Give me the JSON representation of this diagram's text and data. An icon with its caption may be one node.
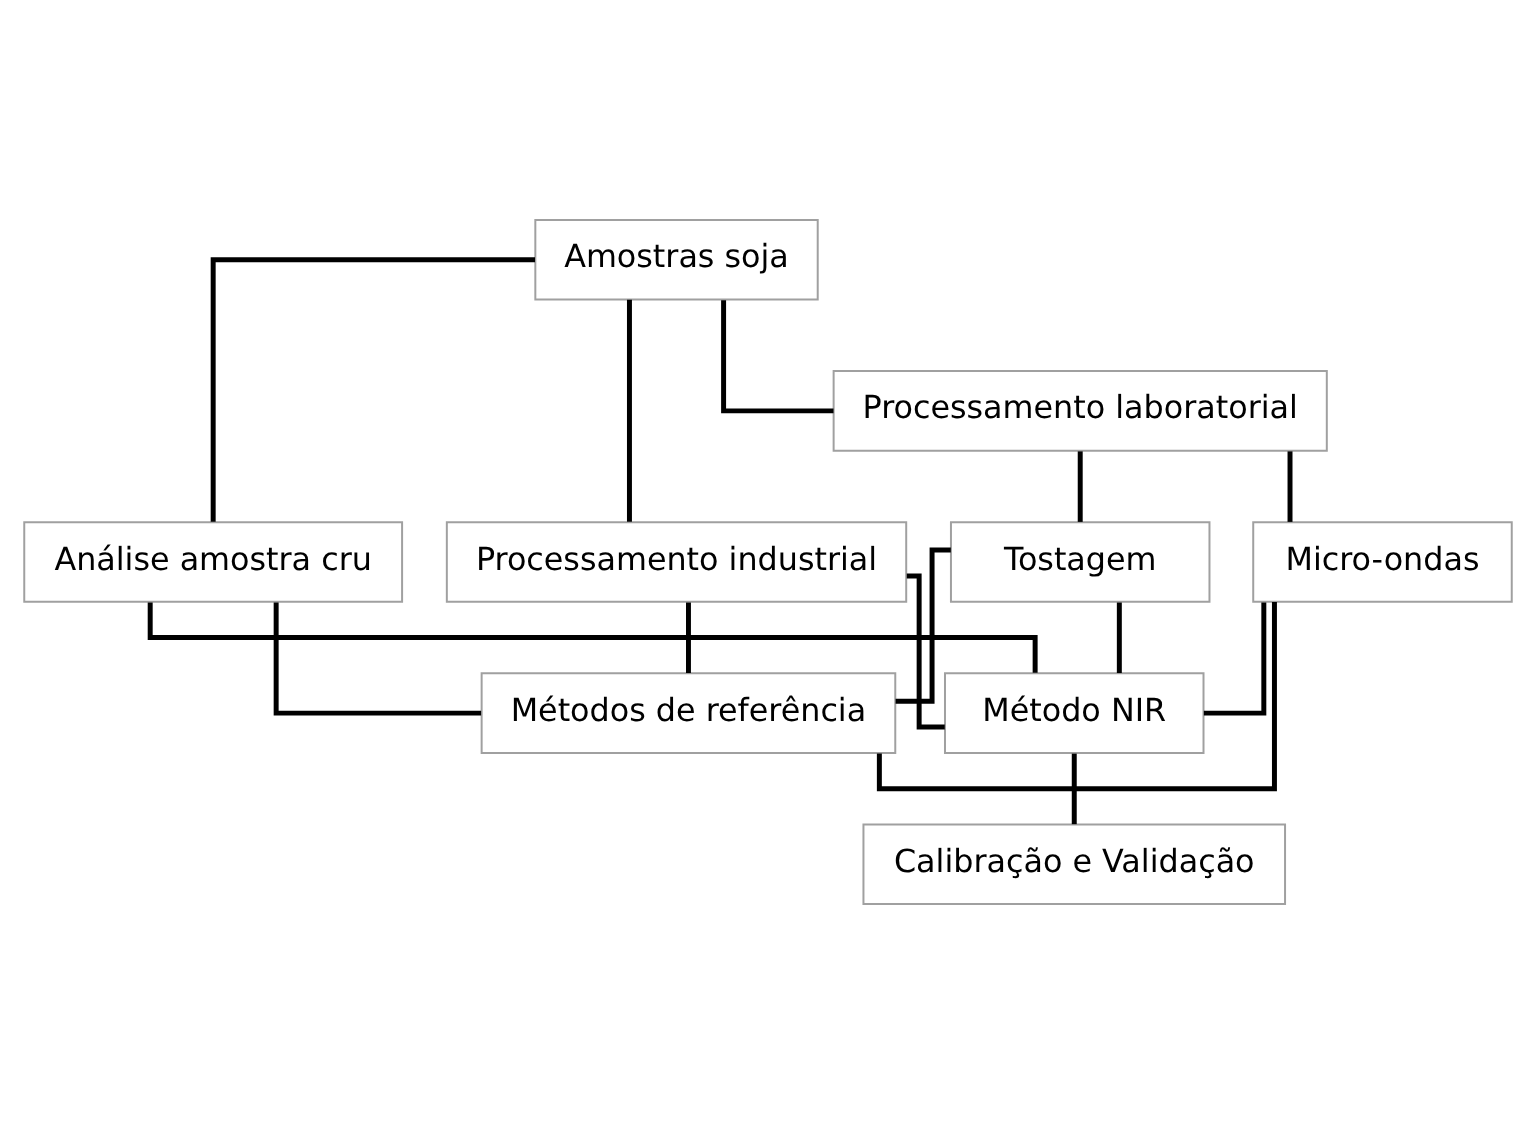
{
  "diagram": {
    "nodes": [
      {
        "text": [
          "Amostras soja"
        ]
      },
      {
        "text": [
          "Análise amostra cru"
        ]
      },
      {
        "text": [
          "Processamento industrial"
        ]
      },
      {
        "text": [
          "Processamento laboratorial"
        ]
      },
      {
        "text": [
          "Tostagem"
        ]
      },
      {
        "text": [
          "Micro-ondas"
        ]
      },
      {
        "text": [
          "Métodos de referência"
        ]
      },
      {
        "text": [
          "Método NIR"
        ]
      },
      {
        "text": [
          "Calibração e Validação"
        ]
      }
    ],
    "edges": [
      {
        "from": 0,
        "to": 1,
        "arrow": "none"
      },
      {
        "from": 0,
        "to": 2,
        "arrow": "none"
      },
      {
        "from": 0,
        "to": 3,
        "arrow": "none"
      },
      {
        "from": 3,
        "to": 4,
        "arrow": "none"
      },
      {
        "from": 3,
        "to": 5,
        "arrow": "none"
      },
      {
        "from": 1,
        "to": 6,
        "arrow": "none"
      },
      {
        "from": 1,
        "to": 7,
        "arrow": "none"
      },
      {
        "from": 2,
        "to": 6,
        "arrow": "none"
      },
      {
        "from": 2,
        "to": 7,
        "arrow": "none"
      },
      {
        "from": 4,
        "to": 6,
        "arrow": "none"
      },
      {
        "from": 4,
        "to": 7,
        "arrow": "none"
      },
      {
        "from": 5,
        "to": 6,
        "arrow": "none"
      },
      {
        "from": 5,
        "to": 7,
        "arrow": "none"
      },
      {
        "from": 7,
        "to": 8,
        "arrow": "none"
      }
    ]
  }
}
